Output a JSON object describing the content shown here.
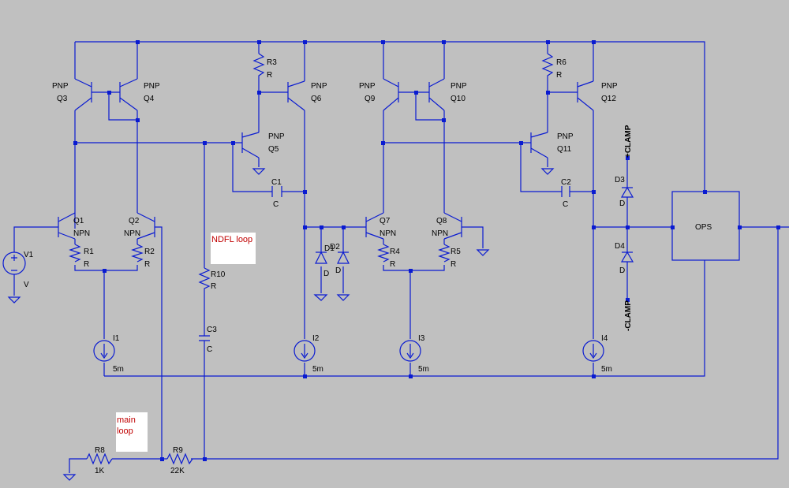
{
  "colors": {
    "background": "#c0c0c0",
    "wire": "#0a1bd1",
    "text": "#000000",
    "note": "#c00000"
  },
  "transistors": [
    {
      "name": "Q3",
      "type": "PNP"
    },
    {
      "name": "Q4",
      "type": "PNP"
    },
    {
      "name": "Q5",
      "type": "PNP"
    },
    {
      "name": "Q6",
      "type": "PNP"
    },
    {
      "name": "Q9",
      "type": "PNP"
    },
    {
      "name": "Q10",
      "type": "PNP"
    },
    {
      "name": "Q11",
      "type": "PNP"
    },
    {
      "name": "Q12",
      "type": "PNP"
    },
    {
      "name": "Q1",
      "type": "NPN"
    },
    {
      "name": "Q2",
      "type": "NPN"
    },
    {
      "name": "Q7",
      "type": "NPN"
    },
    {
      "name": "Q8",
      "type": "NPN"
    }
  ],
  "resistors": [
    {
      "name": "R1",
      "value": "R"
    },
    {
      "name": "R2",
      "value": "R"
    },
    {
      "name": "R3",
      "value": "R"
    },
    {
      "name": "R4",
      "value": "R"
    },
    {
      "name": "R5",
      "value": "R"
    },
    {
      "name": "R6",
      "value": "R"
    },
    {
      "name": "R10",
      "value": "R"
    },
    {
      "name": "R8",
      "value": "1K"
    },
    {
      "name": "R9",
      "value": "22K"
    }
  ],
  "capacitors": [
    {
      "name": "C1",
      "value": "C"
    },
    {
      "name": "C2",
      "value": "C"
    },
    {
      "name": "C3",
      "value": "C"
    }
  ],
  "diodes": [
    {
      "name": "D1",
      "value": "D"
    },
    {
      "name": "D2",
      "value": "D"
    },
    {
      "name": "D3",
      "value": "D"
    },
    {
      "name": "D4",
      "value": "D"
    }
  ],
  "sources": [
    {
      "name": "I1",
      "value": "5m"
    },
    {
      "name": "I2",
      "value": "5m"
    },
    {
      "name": "I3",
      "value": "5m"
    },
    {
      "name": "I4",
      "value": "5m"
    },
    {
      "name": "V1",
      "value": "V"
    }
  ],
  "ops_label": "OPS",
  "clamp_pos": "+CLAMP",
  "clamp_neg": "-CLAMP",
  "notes": {
    "ndfl": "NDFL loop",
    "main_line1": "main",
    "main_line2": "loop"
  }
}
